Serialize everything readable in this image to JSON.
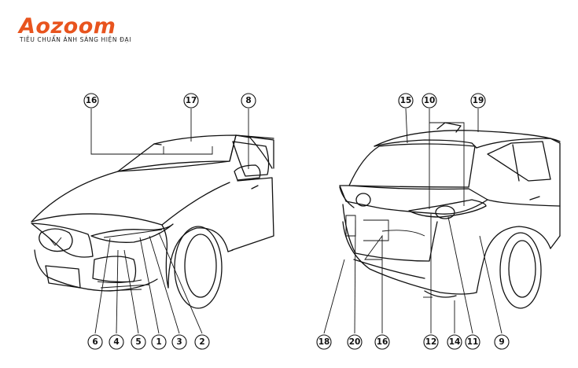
{
  "logo": {
    "text": "Aozoom",
    "tagline": "TIÊU CHUẨN ÁNH SÁNG HIỆN ĐẠI",
    "color": "#e8541e"
  },
  "front_callouts": [
    "16",
    "17",
    "8",
    "6",
    "4",
    "5",
    "1",
    "3",
    "2"
  ],
  "rear_callouts": [
    "15",
    "10",
    "19",
    "18",
    "20",
    "16",
    "12",
    "14",
    "11",
    "9"
  ]
}
